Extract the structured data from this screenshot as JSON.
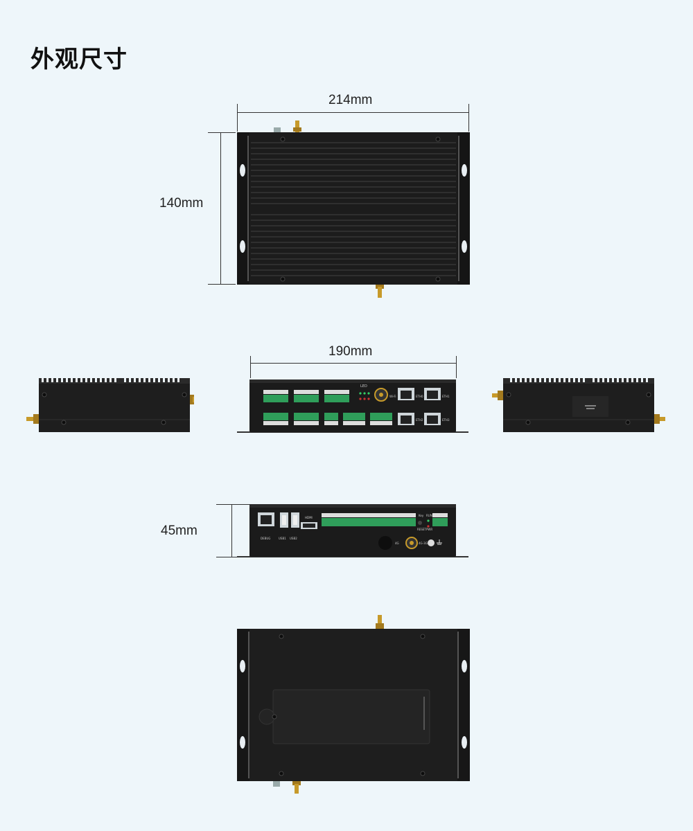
{
  "page": {
    "title": "外观尺寸",
    "colors": {
      "background": "#eef6fa",
      "chassis": "#1b1b1b",
      "terminal": "#2f9e5a",
      "antenna": "#c79a2a"
    }
  },
  "dimensions": {
    "top_width": "214mm",
    "top_depth": "140mm",
    "front_width": "190mm",
    "height": "45mm"
  },
  "views": {
    "top": {
      "name": "top-view"
    },
    "left": {
      "name": "left-side-view"
    },
    "front": {
      "name": "front-panel-view"
    },
    "right": {
      "name": "right-side-view"
    },
    "rear": {
      "name": "rear-panel-view"
    },
    "bottom": {
      "name": "bottom-view"
    }
  },
  "front_panel": {
    "led_label": "LED",
    "ports": [
      "ETH0",
      "ETH1",
      "ETH2",
      "ETH3"
    ],
    "wifi_label": "Wi-Fi"
  },
  "rear_panel": {
    "port_labels": [
      "DEBUG",
      "USB1",
      "USB2",
      "HDMI",
      "Key",
      "RUN",
      "RESET",
      "PWR",
      "4G",
      "4G-3G"
    ]
  }
}
